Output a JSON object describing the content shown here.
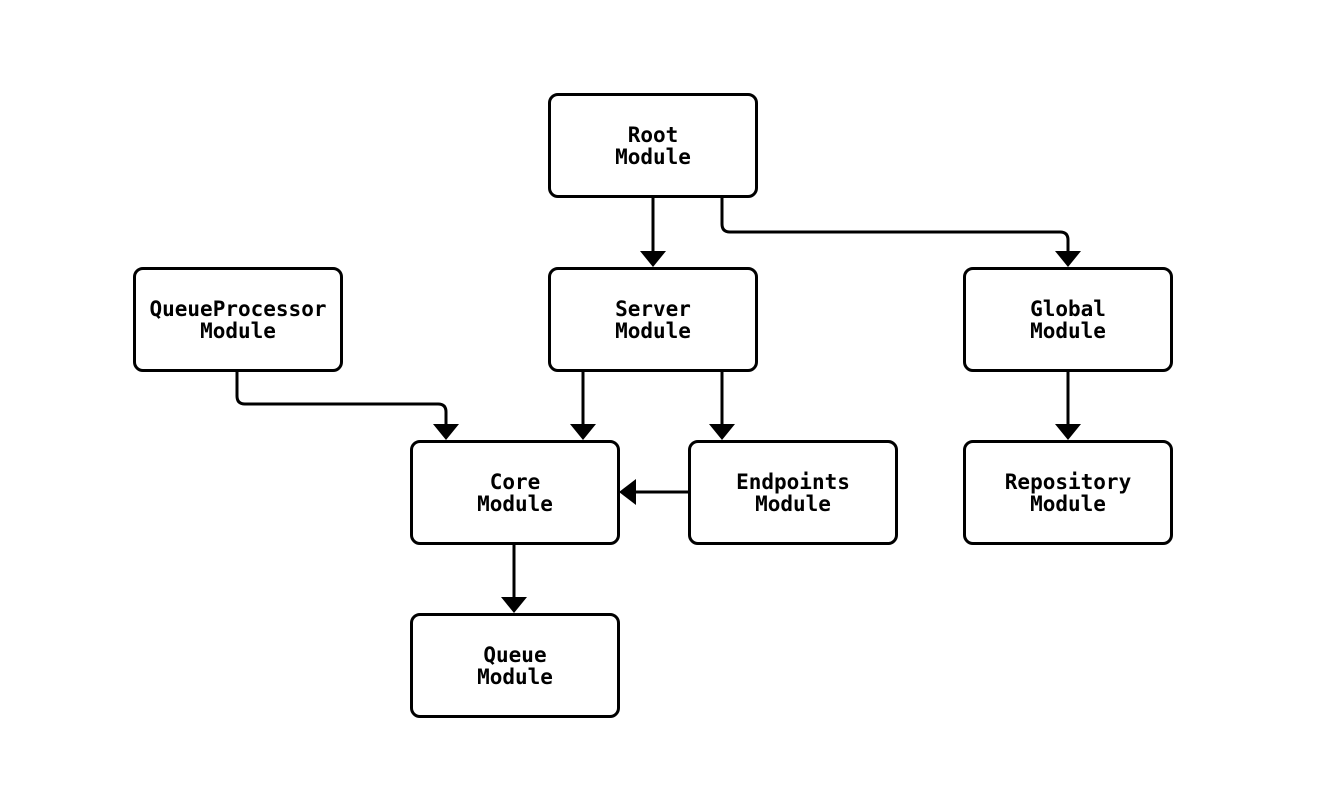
{
  "diagram": {
    "background_color": "#ffffff",
    "node_fill_color": "#ffffff",
    "stroke_color": "#000000",
    "nodes": {
      "root": {
        "label": "Root\nModule"
      },
      "queueproc": {
        "label": "QueueProcessor\nModule"
      },
      "server": {
        "label": "Server\nModule"
      },
      "global": {
        "label": "Global\nModule"
      },
      "core": {
        "label": "Core\nModule"
      },
      "endpoints": {
        "label": "Endpoints\nModule"
      },
      "repository": {
        "label": "Repository\nModule"
      },
      "queue": {
        "label": "Queue\nModule"
      }
    },
    "edges": [
      {
        "from": "Root Module",
        "to": "Server Module"
      },
      {
        "from": "Root Module",
        "to": "Global Module"
      },
      {
        "from": "QueueProcessor Module",
        "to": "Core Module"
      },
      {
        "from": "Server Module",
        "to": "Core Module"
      },
      {
        "from": "Server Module",
        "to": "Endpoints Module"
      },
      {
        "from": "Endpoints Module",
        "to": "Core Module"
      },
      {
        "from": "Global Module",
        "to": "Repository Module"
      },
      {
        "from": "Core Module",
        "to": "Queue Module"
      }
    ]
  }
}
